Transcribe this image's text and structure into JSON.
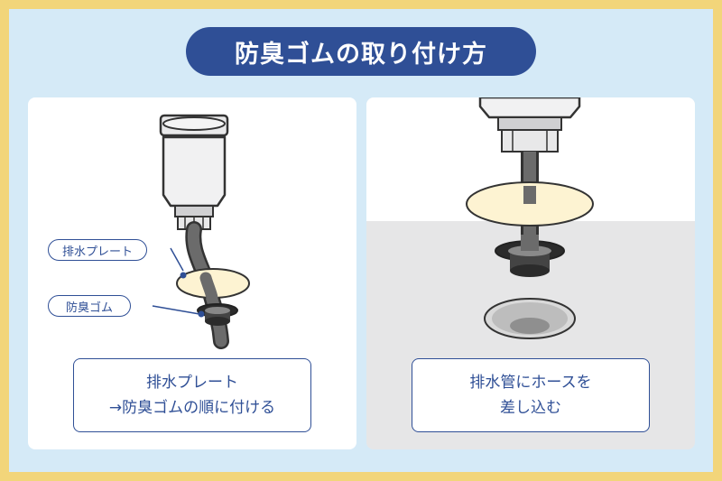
{
  "title": "防臭ゴムの取り付け方",
  "left_panel": {
    "label_plate": "排水プレート",
    "label_rubber": "防臭ゴム",
    "caption_line1": "排水プレート",
    "caption_line2": "→防臭ゴムの順に付ける"
  },
  "right_panel": {
    "caption_line1": "排水管にホースを",
    "caption_line2": "差し込む"
  },
  "colors": {
    "background": "#f2d57a",
    "frame": "#d5eaf7",
    "accent": "#2f4f96",
    "plate": "#fdf3d2",
    "pipe": "#6b6b6b"
  }
}
